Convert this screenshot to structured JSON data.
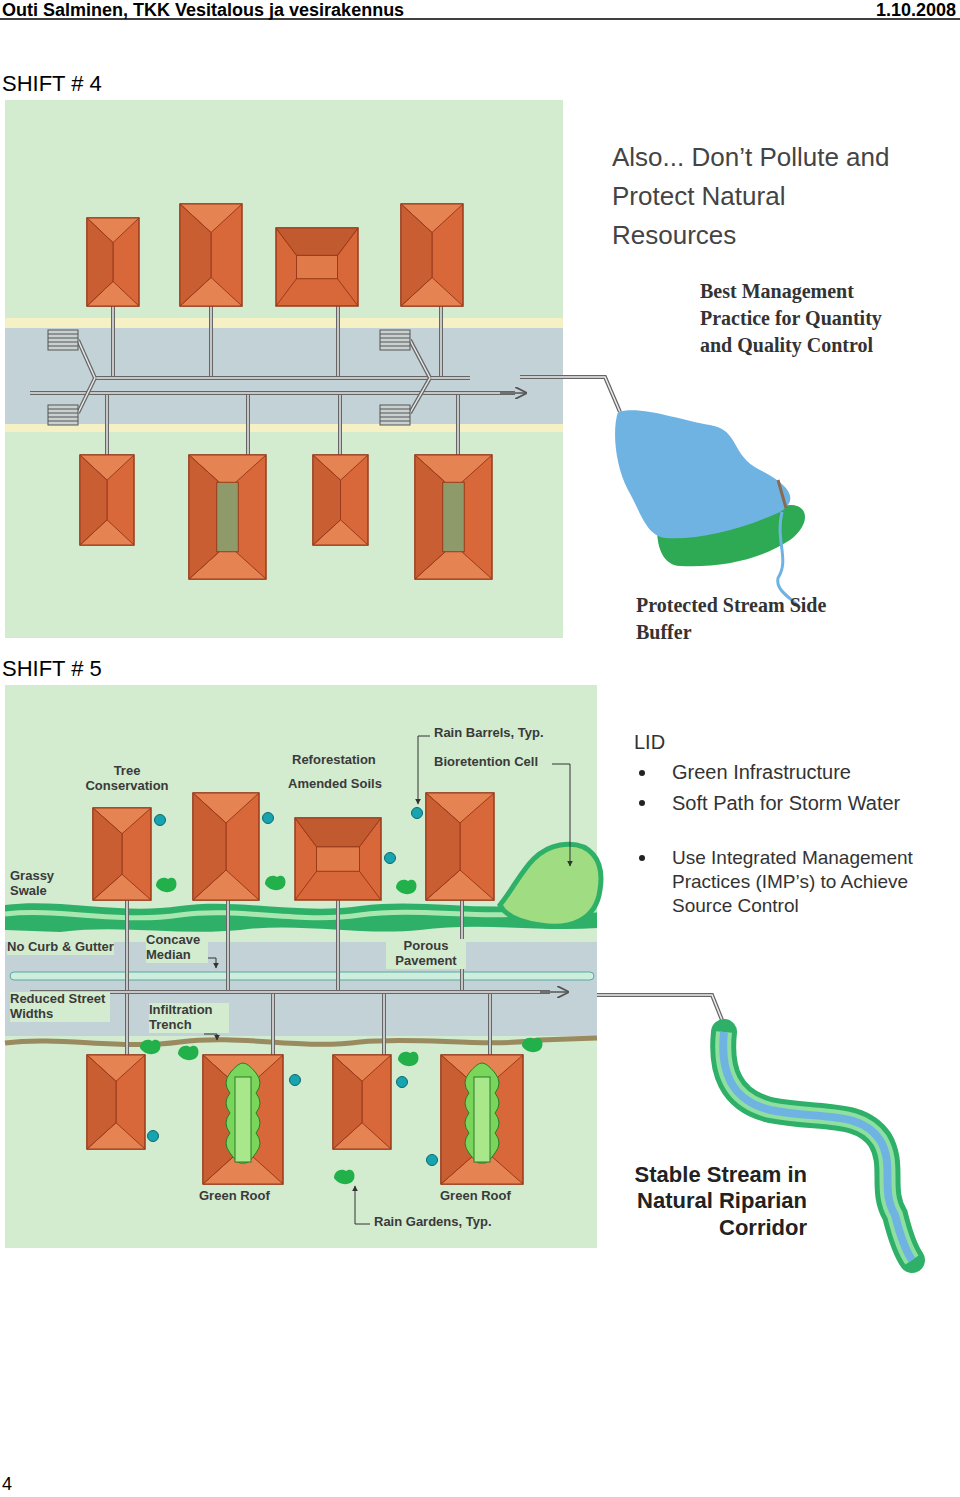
{
  "diagram": {
    "labels": [
      "Outi Salminen, TKK Vesitalous ja vesirakennus",
      "1.10.2008",
      "SHIFT # 4",
      "Also... Don’t Pollute and Protect Natural Resources",
      "Best Management Practice for Quantity and Quality Control",
      "Protected Stream Side Buffer",
      "SHIFT # 5",
      "Tree Conservation",
      "Reforestation",
      "Amended Soils",
      "Rain Barrels, Typ.",
      "Bioretention Cell",
      "Grassy Swale",
      "No Curb & Gutter",
      "Concave Median",
      "Porous Pavement",
      "Reduced Street Widths",
      "Infiltration Trench",
      "Green Roof",
      "Green Roof",
      "Rain Gardens, Typ.",
      "LID",
      "Green Infrastructure",
      "Soft Path for Storm Water",
      "Use Integrated Management Practices (IMP’s) to Achieve Source Control",
      "Stable Stream in Natural Riparian Corridor",
      "4"
    ]
  }
}
